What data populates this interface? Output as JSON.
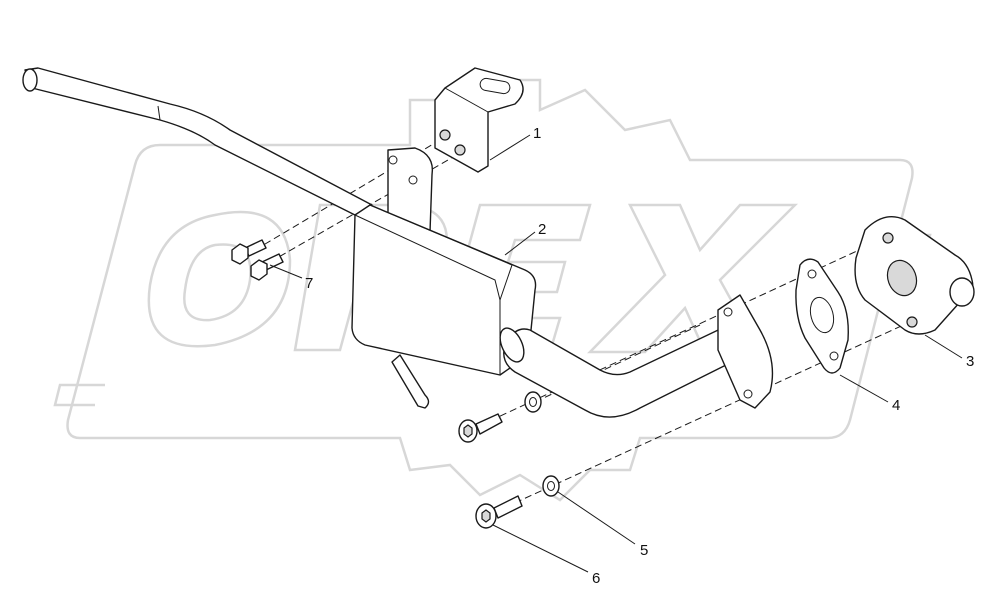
{
  "watermark": {
    "text": "OPEX",
    "color": "#d6d6d6"
  },
  "colors": {
    "line": "#1a1a1a",
    "shade": "#d9d9d9",
    "background": "#ffffff"
  },
  "callouts": [
    {
      "id": "1",
      "label": "1"
    },
    {
      "id": "2",
      "label": "2"
    },
    {
      "id": "3",
      "label": "3"
    },
    {
      "id": "4",
      "label": "4"
    },
    {
      "id": "5",
      "label": "5"
    },
    {
      "id": "6",
      "label": "6"
    },
    {
      "id": "7",
      "label": "7"
    }
  ]
}
